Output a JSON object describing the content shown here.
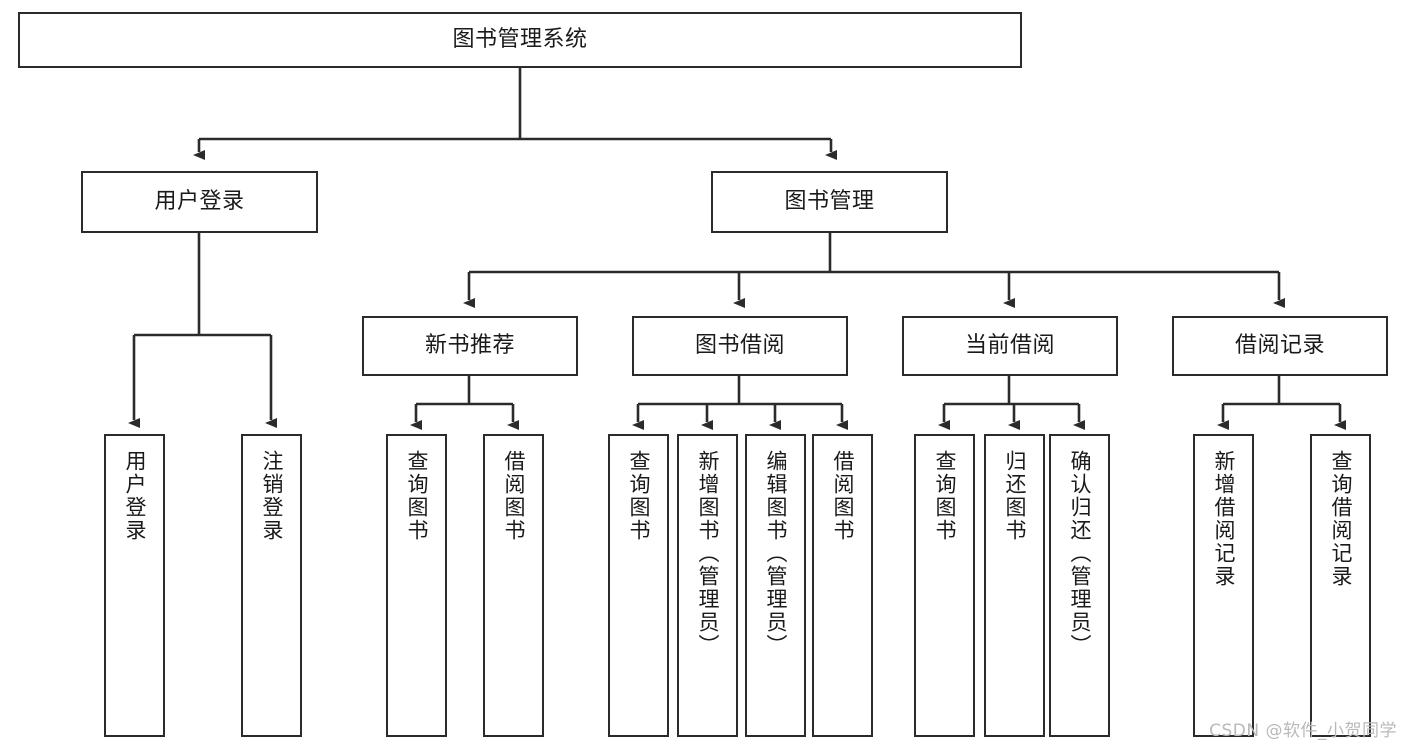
{
  "diagram": {
    "type": "tree-hierarchy",
    "title": "图书管理系统",
    "watermark": "CSDN @软件_小贺同学",
    "colors": {
      "stroke": "#2b2b2b",
      "fill": "#ffffff",
      "text": "#1a1a1a",
      "watermark": "#b9b9b9"
    },
    "nodes": {
      "root": {
        "label": "图书管理系统",
        "level": 0
      },
      "l1": [
        {
          "id": "user-login",
          "label": "用户登录"
        },
        {
          "id": "book-manage",
          "label": "图书管理"
        }
      ],
      "l2": [
        {
          "id": "new-book-rec",
          "label": "新书推荐",
          "parent": "book-manage"
        },
        {
          "id": "book-borrow",
          "label": "图书借阅",
          "parent": "book-manage"
        },
        {
          "id": "current-borrow",
          "label": "当前借阅",
          "parent": "book-manage"
        },
        {
          "id": "borrow-record",
          "label": "借阅记录",
          "parent": "book-manage"
        }
      ],
      "leaves": [
        {
          "id": "leaf-user-login",
          "label": "用户登录",
          "parent": "user-login"
        },
        {
          "id": "leaf-user-logout",
          "label": "注销登录",
          "parent": "user-login"
        },
        {
          "id": "leaf-rec-query-book",
          "label": "查询图书",
          "parent": "new-book-rec"
        },
        {
          "id": "leaf-rec-borrow-book",
          "label": "借阅图书",
          "parent": "new-book-rec"
        },
        {
          "id": "leaf-borrow-query-book",
          "label": "查询图书",
          "parent": "book-borrow"
        },
        {
          "id": "leaf-borrow-add-book",
          "label": "新增图书（管理员）",
          "parent": "book-borrow"
        },
        {
          "id": "leaf-borrow-edit-book",
          "label": "编辑图书（管理员）",
          "parent": "book-borrow"
        },
        {
          "id": "leaf-borrow-borrow-book",
          "label": "借阅图书",
          "parent": "book-borrow"
        },
        {
          "id": "leaf-cur-query-book",
          "label": "查询图书",
          "parent": "current-borrow"
        },
        {
          "id": "leaf-cur-return-book",
          "label": "归还图书",
          "parent": "current-borrow"
        },
        {
          "id": "leaf-cur-confirm-return",
          "label": "确认归还（管理员）",
          "parent": "current-borrow"
        },
        {
          "id": "leaf-rec-add-record",
          "label": "新增借阅记录",
          "parent": "borrow-record"
        },
        {
          "id": "leaf-rec-query-record",
          "label": "查询借阅记录",
          "parent": "borrow-record"
        }
      ]
    }
  }
}
